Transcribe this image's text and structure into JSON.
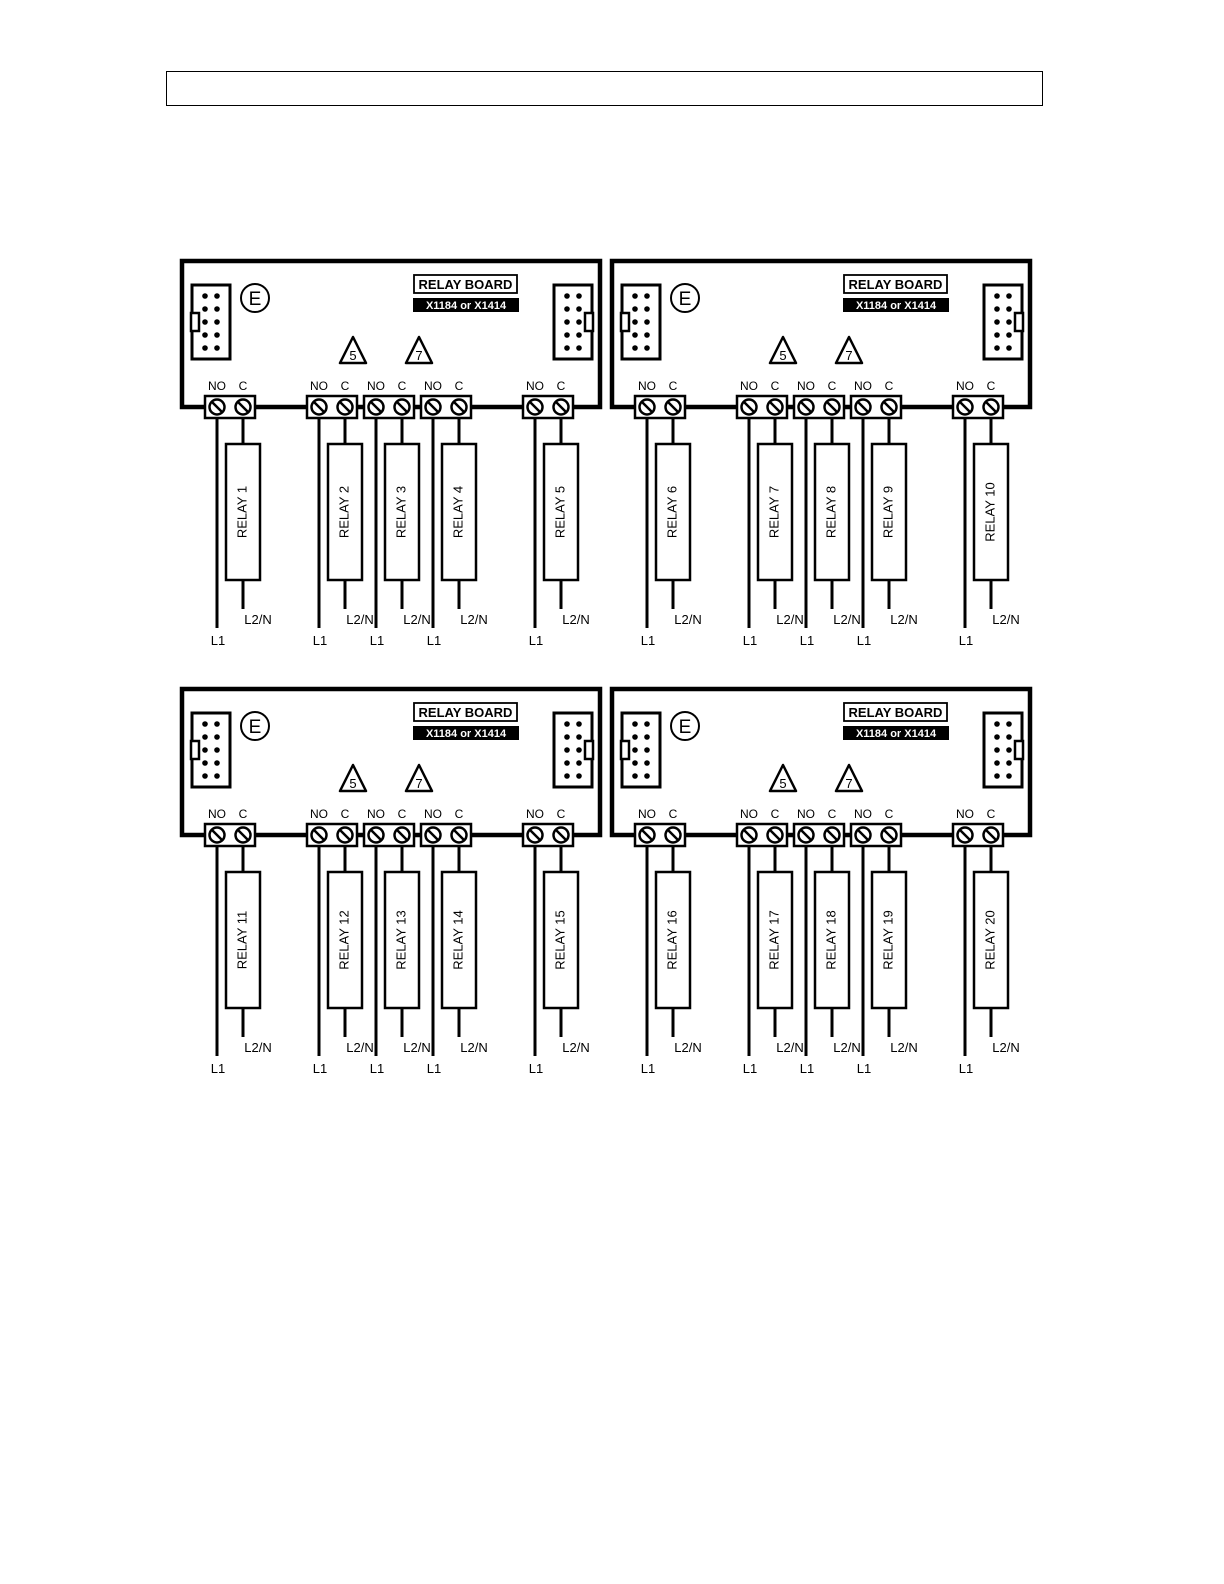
{
  "header_box": {
    "text": ""
  },
  "labels": {
    "board_title": "RELAY BOARD",
    "board_model": "X1184 or X1414",
    "earth": "E",
    "terminal_no": "NO",
    "terminal_c": "C",
    "wire_l1": "L1",
    "wire_l2n": "L2/N"
  },
  "warnings": [
    "5",
    "7"
  ],
  "boards": [
    {
      "relays": [
        "RELAY 1",
        "RELAY 2",
        "RELAY 3",
        "RELAY 4",
        "RELAY 5"
      ]
    },
    {
      "relays": [
        "RELAY 6",
        "RELAY 7",
        "RELAY 8",
        "RELAY 9",
        "RELAY 10"
      ]
    },
    {
      "relays": [
        "RELAY 11",
        "RELAY 12",
        "RELAY 13",
        "RELAY 14",
        "RELAY 15"
      ]
    },
    {
      "relays": [
        "RELAY 16",
        "RELAY 17",
        "RELAY 18",
        "RELAY 19",
        "RELAY 20"
      ]
    }
  ],
  "colors": {
    "ink": "#000000",
    "paper": "#ffffff"
  }
}
